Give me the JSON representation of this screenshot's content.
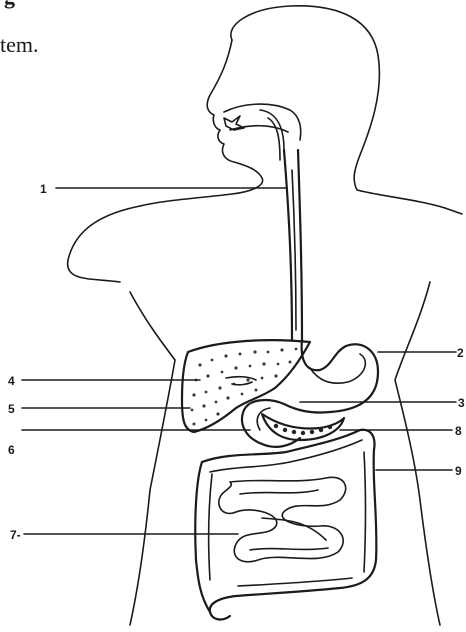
{
  "header": {
    "heading_fragment": "g",
    "text_fragment": "tem."
  },
  "labels": {
    "n1": "1",
    "n2": "2",
    "n3": "3",
    "n4": "4",
    "n5": "5",
    "n6": "6",
    "n7": "7-",
    "n8": "8",
    "n9": "9"
  }
}
